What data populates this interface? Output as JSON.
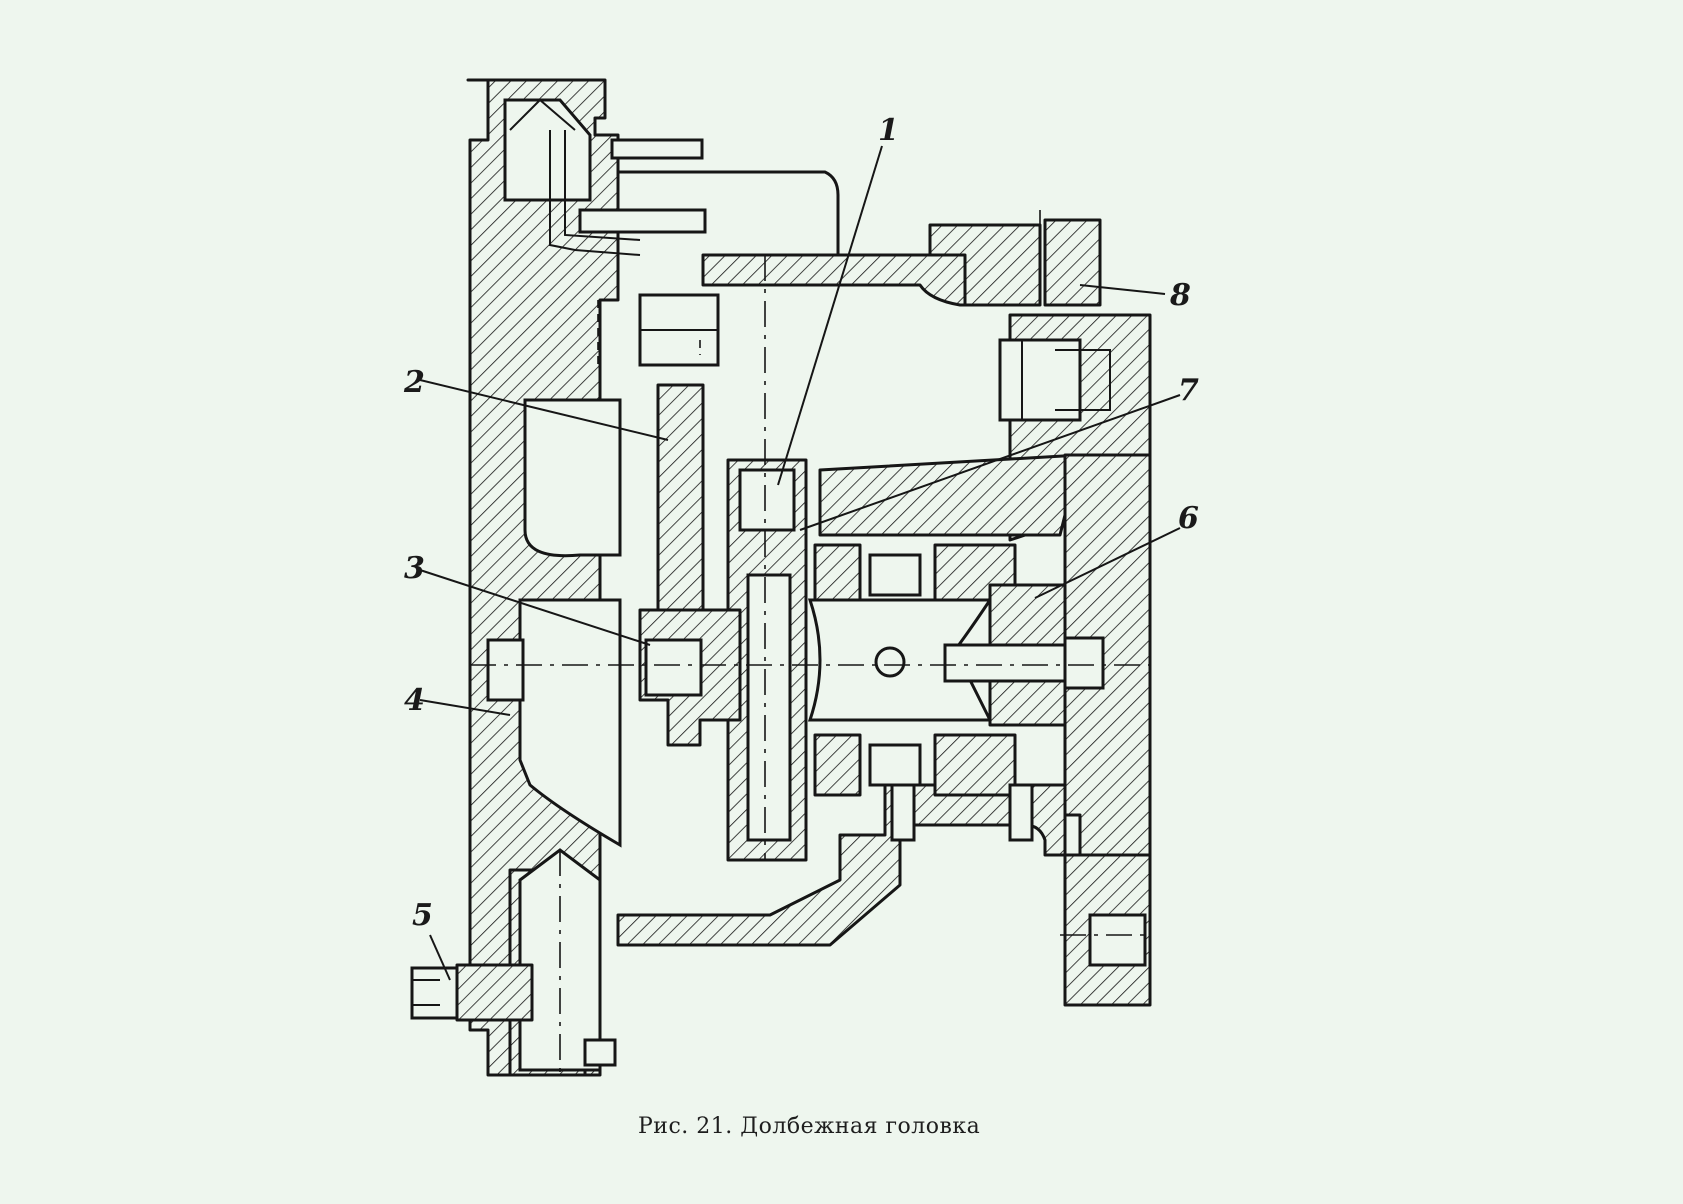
{
  "figure": {
    "caption": "Рис. 21. Долбежная головка",
    "callouts": [
      "1",
      "2",
      "3",
      "4",
      "5",
      "6",
      "7",
      "8"
    ]
  },
  "colors": {
    "paper": "#eef6ee",
    "ink": "#161616"
  }
}
